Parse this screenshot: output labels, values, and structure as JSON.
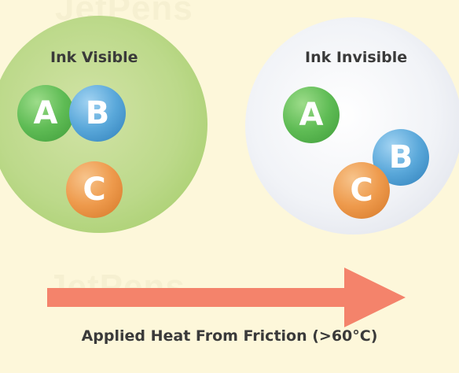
{
  "watermark": "JetPens",
  "left_state": {
    "title": "Ink Visible",
    "balls": [
      "A",
      "B",
      "C"
    ]
  },
  "right_state": {
    "title": "Ink Invisible",
    "balls": [
      "A",
      "B",
      "C"
    ]
  },
  "arrow": {
    "caption": "Applied Heat From Friction (>60°C)",
    "color": "#f4836b"
  },
  "colors": {
    "background": "#fdf7da",
    "ball_a": "#5fbc55",
    "ball_b": "#5aa8da",
    "ball_c": "#ee9a4c"
  }
}
